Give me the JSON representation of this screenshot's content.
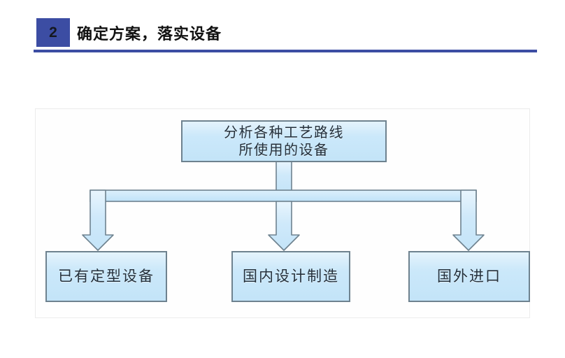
{
  "header": {
    "step_number": "2",
    "title": "确定方案，落实设备",
    "badge_color": "#3c4da3",
    "rule_color": "#3c4da3"
  },
  "diagram": {
    "type": "flowchart",
    "orientation": "top-down-fork",
    "node_fill": "#cbe8fa",
    "node_border": "#6e828f",
    "connector_fill": "#cbe8fa",
    "connector_border": "#6e828f",
    "root": {
      "label_line1": "分析各种工艺路线",
      "label_line2": "所使用的设备"
    },
    "branches": [
      {
        "label": "已有定型设备"
      },
      {
        "label": "国内设计制造"
      },
      {
        "label": "国外进口"
      }
    ]
  }
}
